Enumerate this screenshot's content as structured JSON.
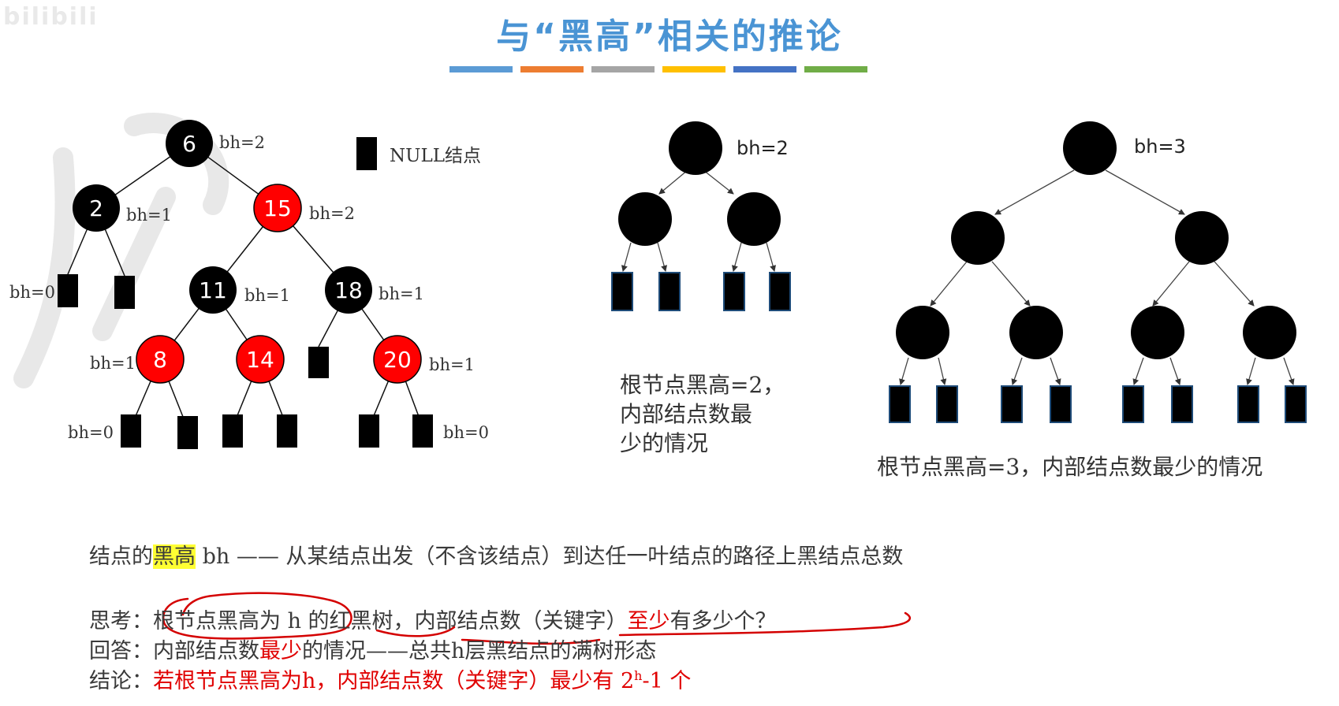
{
  "watermark": "bilibili",
  "title": "与“黑高”相关的推论",
  "title_bar_colors": [
    "#5b9bd5",
    "#ed7d31",
    "#a5a5a5",
    "#ffc000",
    "#4472c4",
    "#70ad47"
  ],
  "colors": {
    "red_node": "#ff0000",
    "black_node": "#000000",
    "annotation": "#d40000",
    "accent": "#4a94d4",
    "highlight": "#ffff33"
  },
  "legend": {
    "label": "NULL结点"
  },
  "tree1": {
    "nodes": [
      {
        "key": "6",
        "color": "black",
        "bh": "bh=2"
      },
      {
        "key": "2",
        "color": "black",
        "bh": "bh=1"
      },
      {
        "key": "15",
        "color": "red",
        "bh": "bh=2"
      },
      {
        "key": "11",
        "color": "black",
        "bh": "bh=1"
      },
      {
        "key": "18",
        "color": "black",
        "bh": "bh=1"
      },
      {
        "key": "8",
        "color": "red",
        "bh": "bh=1"
      },
      {
        "key": "14",
        "color": "red",
        "bh": ""
      },
      {
        "key": "20",
        "color": "red",
        "bh": "bh=1"
      }
    ],
    "null_labels": [
      "bh=0",
      "bh=0",
      "bh=0"
    ]
  },
  "tree2": {
    "bh": "bh=2",
    "caption": [
      "根节点黑高=2，",
      "内部结点数最",
      "少的情况"
    ]
  },
  "tree3": {
    "bh": "bh=3",
    "caption": "根节点黑高=3，内部结点数最少的情况"
  },
  "definition": {
    "prefix": "结点的",
    "highlight": "黑高",
    "rest": " bh —— 从某结点出发（不含该结点）到达任一叶结点的路径上黑结点总数"
  },
  "think": {
    "label": "思考：",
    "part1": "根节点黑高为 h 的红黑树，内部结点数（关键字）",
    "part2": "至少",
    "part3": "有多少个？"
  },
  "answer": {
    "label": "回答：",
    "part1": "内部结点数",
    "part2": "最少",
    "part3": "的情况——总共h层黑结点的满树形态"
  },
  "conclusion": {
    "label": "结论：",
    "text": "若根节点黑高为h，内部结点数（关键字）最少有 2",
    "sup": "h",
    "tail": "-1 个"
  }
}
